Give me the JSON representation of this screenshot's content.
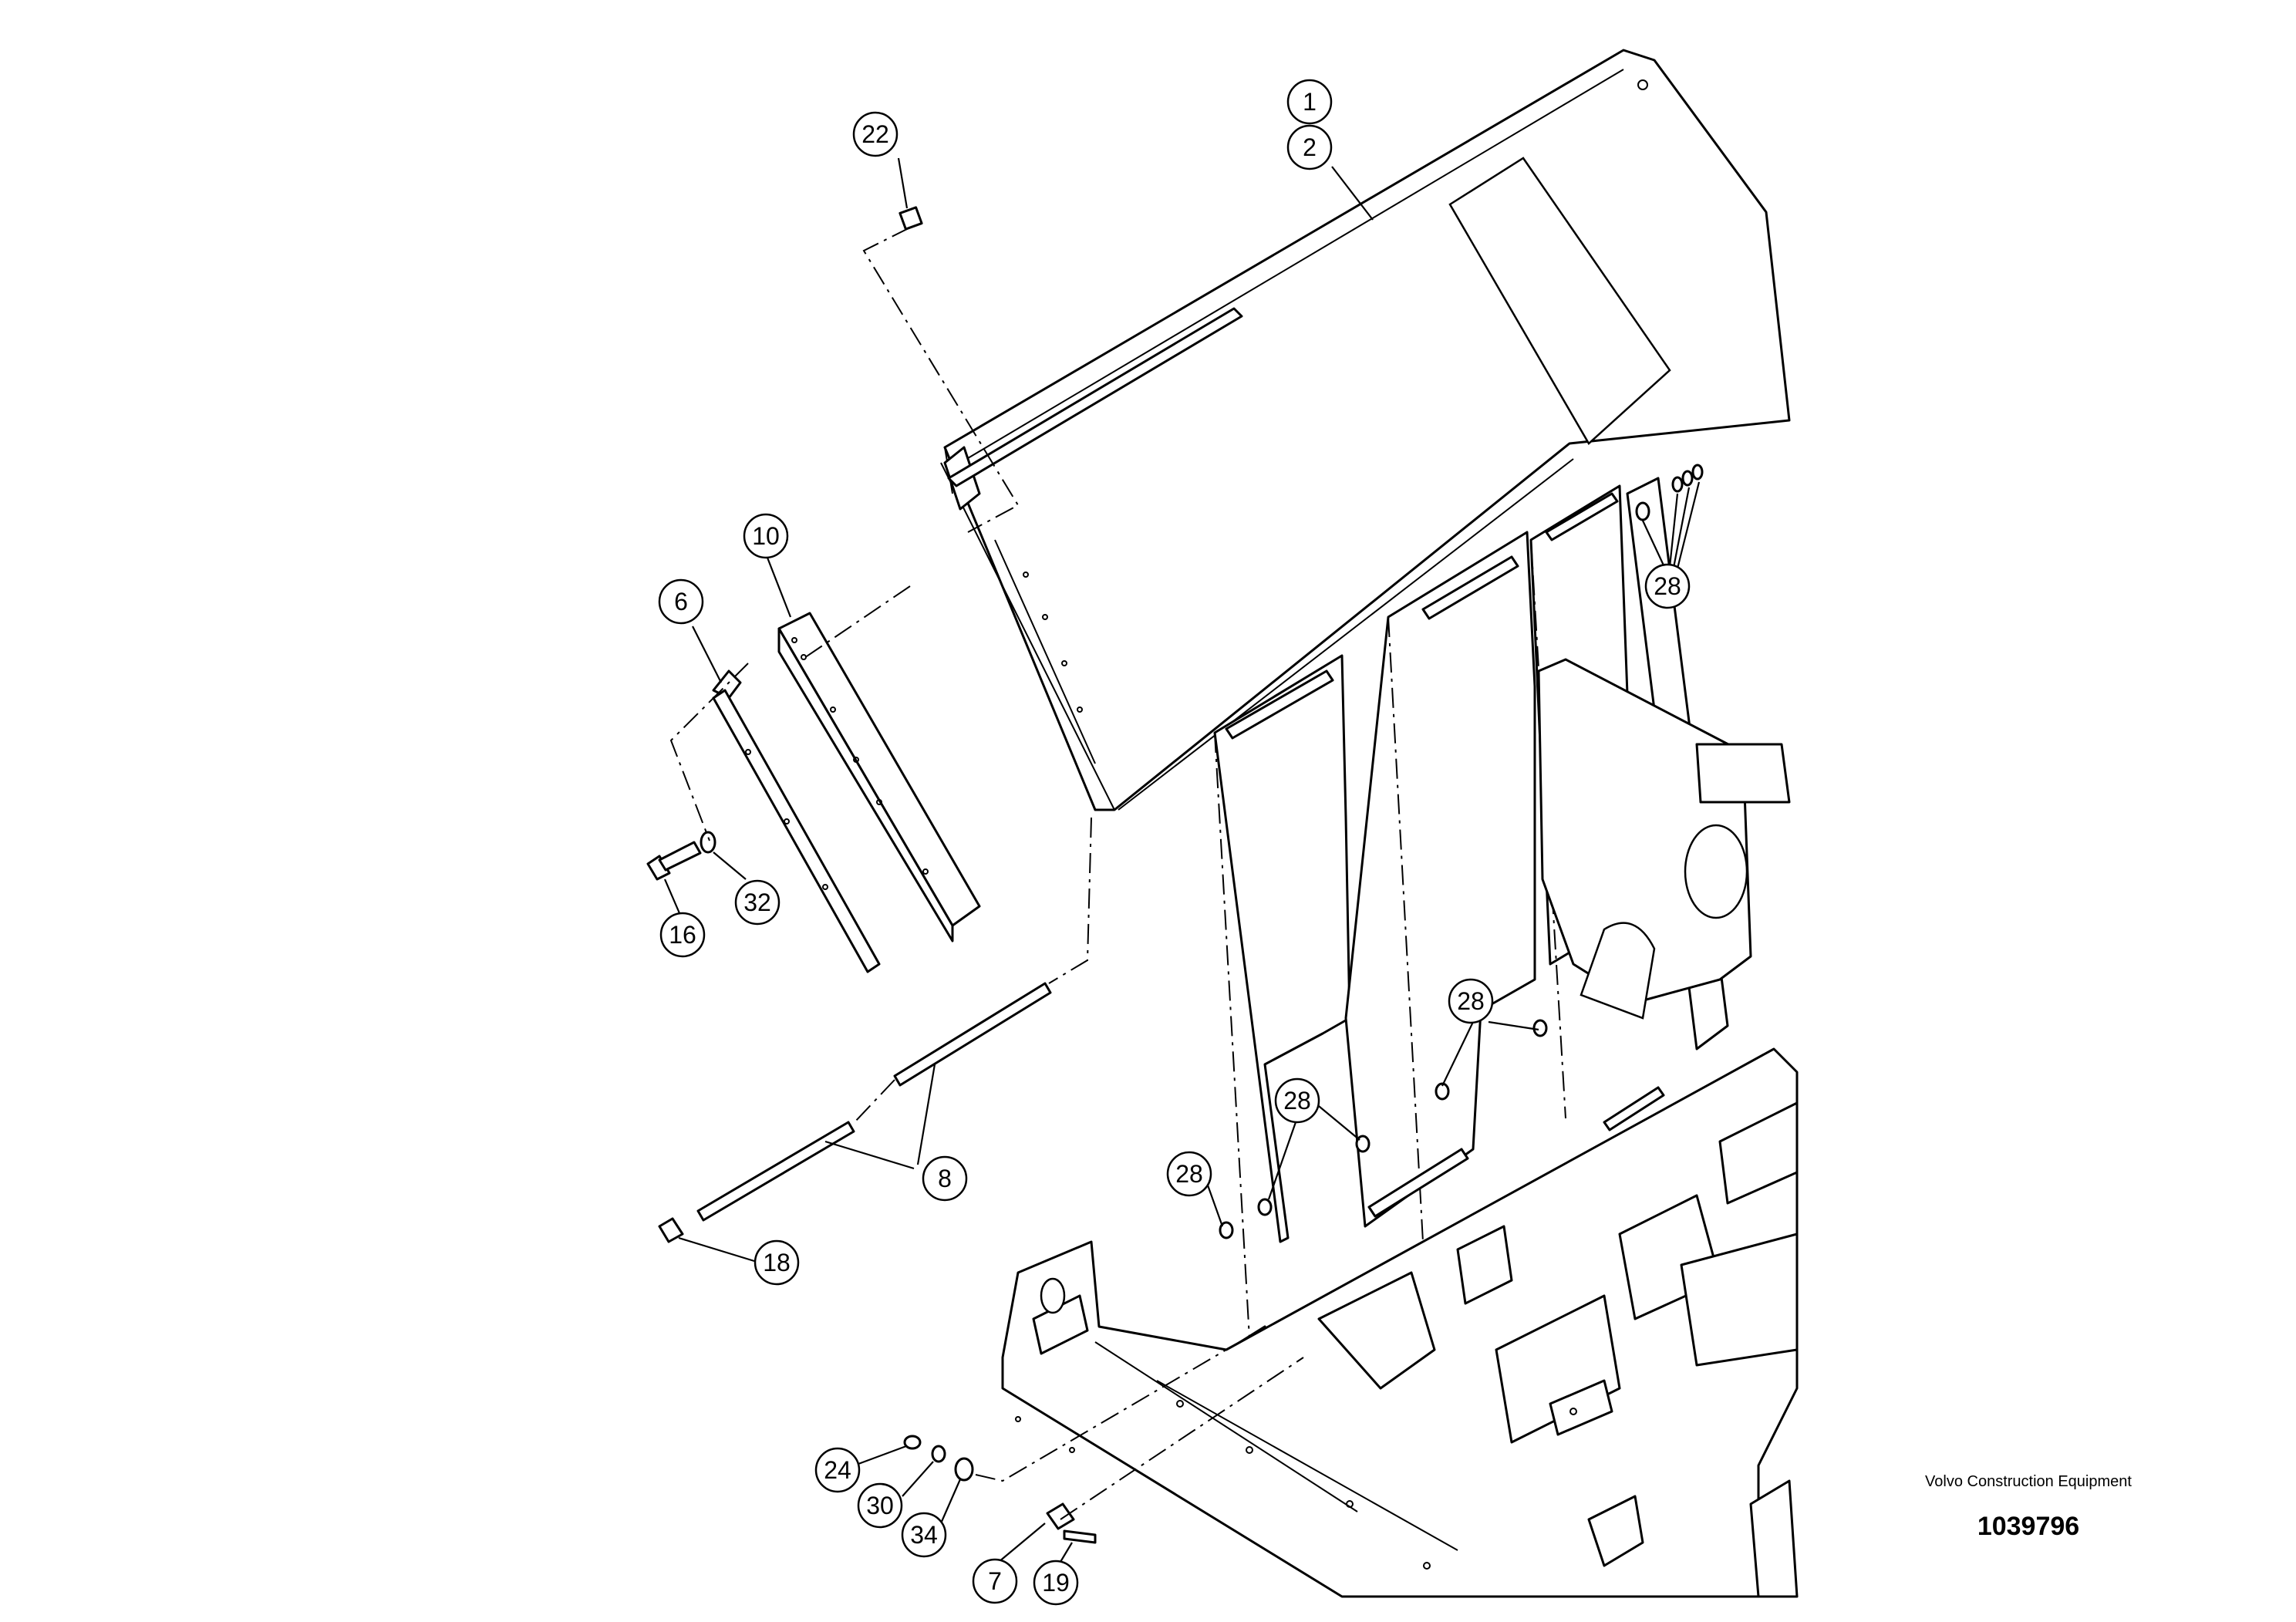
{
  "title_block": {
    "company": "Volvo Construction Equipment",
    "drawing_number": "1039796"
  },
  "callouts": [
    {
      "id": "c1",
      "label": "1"
    },
    {
      "id": "c2",
      "label": "2"
    },
    {
      "id": "c22",
      "label": "22"
    },
    {
      "id": "c10",
      "label": "10"
    },
    {
      "id": "c6",
      "label": "6"
    },
    {
      "id": "c28a",
      "label": "28"
    },
    {
      "id": "c16",
      "label": "16"
    },
    {
      "id": "c32",
      "label": "32"
    },
    {
      "id": "c28b",
      "label": "28"
    },
    {
      "id": "c28c",
      "label": "28"
    },
    {
      "id": "c28d",
      "label": "28"
    },
    {
      "id": "c8",
      "label": "8"
    },
    {
      "id": "c18",
      "label": "18"
    },
    {
      "id": "c24",
      "label": "24"
    },
    {
      "id": "c30",
      "label": "30"
    },
    {
      "id": "c34",
      "label": "34"
    },
    {
      "id": "c7",
      "label": "7"
    },
    {
      "id": "c19",
      "label": "19"
    }
  ]
}
